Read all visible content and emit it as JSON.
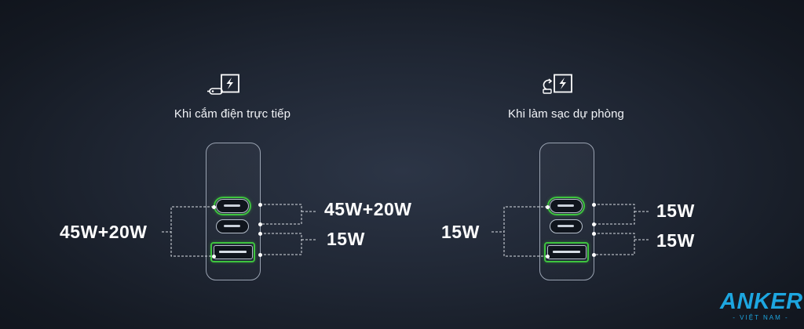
{
  "colors": {
    "port_highlight": "#3ec43e",
    "brand": "#1da6e0",
    "text": "#ffffff"
  },
  "panels": [
    {
      "label": "Khi cắm điện trực tiếp",
      "icon": "plug-lightning-icon",
      "input_label": "45W+20W",
      "outputs": [
        "45W+20W",
        "15W"
      ]
    },
    {
      "label": "Khi làm sạc dự phòng",
      "icon": "battery-lightning-icon",
      "input_label": "15W",
      "outputs": [
        "15W",
        "15W"
      ]
    }
  ],
  "brand": {
    "name": "ANKER",
    "sub": "- VIỆT NAM -"
  }
}
